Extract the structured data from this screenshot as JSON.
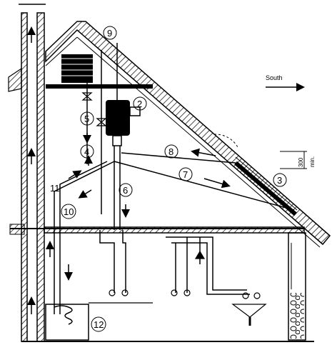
{
  "labels": {
    "n2": "2",
    "n3": "3",
    "n4": "4",
    "n5": "5",
    "n6": "6",
    "n7": "7",
    "n8": "8",
    "n9": "9",
    "n10": "10",
    "n11": "11",
    "n12": "12"
  },
  "direction": {
    "text": "South"
  },
  "dimension": {
    "value": "300",
    "unit": "min."
  }
}
